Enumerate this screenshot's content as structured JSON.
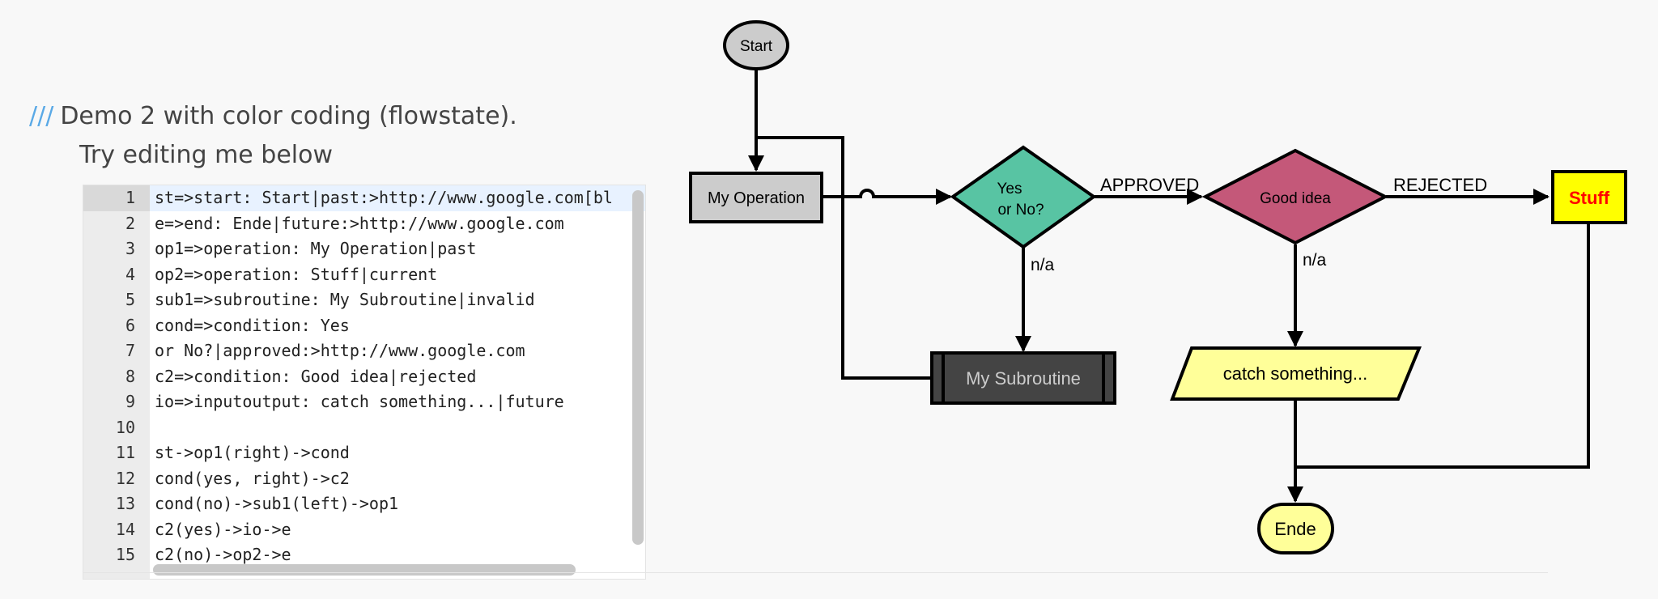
{
  "heading": {
    "slashes": "///",
    "line1": "Demo 2 with color coding (flowstate).",
    "line2": "Try editing me below"
  },
  "editor": {
    "lines": [
      {
        "n": "1",
        "text": "st=>start: Start|past:>http://www.google.com[bl"
      },
      {
        "n": "2",
        "text": "e=>end: Ende|future:>http://www.google.com"
      },
      {
        "n": "3",
        "text": "op1=>operation: My Operation|past"
      },
      {
        "n": "4",
        "text": "op2=>operation: Stuff|current"
      },
      {
        "n": "5",
        "text": "sub1=>subroutine: My Subroutine|invalid"
      },
      {
        "n": "6",
        "text": "cond=>condition: Yes"
      },
      {
        "n": "7",
        "text": "or No?|approved:>http://www.google.com"
      },
      {
        "n": "8",
        "text": "c2=>condition: Good idea|rejected"
      },
      {
        "n": "9",
        "text": "io=>inputoutput: catch something...|future"
      },
      {
        "n": "10",
        "text": ""
      },
      {
        "n": "11",
        "text": "st->op1(right)->cond"
      },
      {
        "n": "12",
        "text": "cond(yes, right)->c2"
      },
      {
        "n": "13",
        "text": "cond(no)->sub1(left)->op1"
      },
      {
        "n": "14",
        "text": "c2(yes)->io->e"
      },
      {
        "n": "15",
        "text": "c2(no)->op2->e"
      }
    ]
  },
  "flowchart": {
    "start": "Start",
    "op1": "My Operation",
    "cond_line1": "Yes",
    "cond_line2": "or No?",
    "c2": "Good idea",
    "op2": "Stuff",
    "sub1": "My Subroutine",
    "io": "catch something...",
    "end": "Ende",
    "label_approved": "APPROVED",
    "label_rejected": "REJECTED",
    "label_na_cond": "n/a",
    "label_na_c2": "n/a",
    "colors": {
      "past": "#cccccc",
      "current": "#ffff00",
      "future": "#ffff99",
      "approved": "#58c4a3",
      "rejected": "#c45879",
      "invalid": "#444444",
      "stroke": "#000000",
      "current_text": "#ff0000",
      "invalid_text": "#cccccc"
    }
  }
}
